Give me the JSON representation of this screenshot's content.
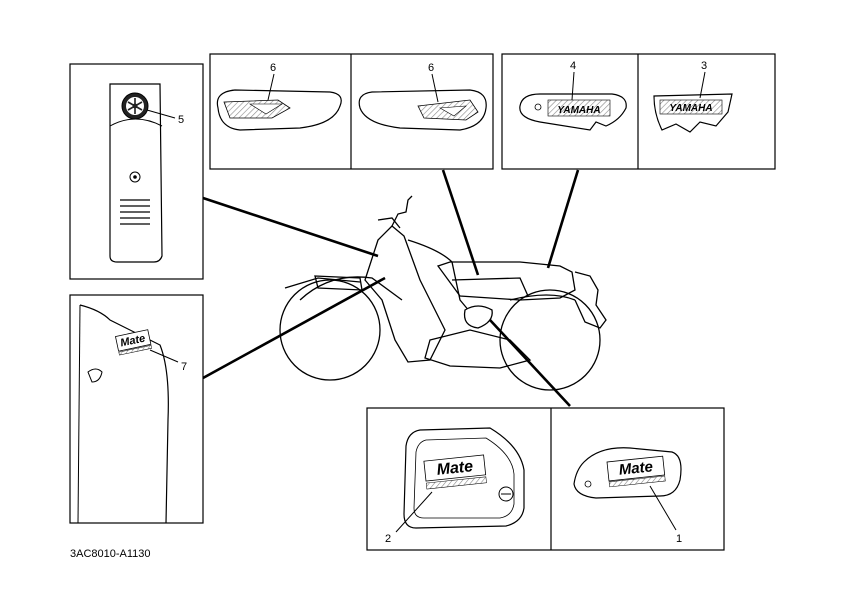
{
  "callouts": {
    "c1": "1",
    "c2": "2",
    "c3": "3",
    "c4": "4",
    "c5": "5",
    "c6a": "6",
    "c6b": "6",
    "c7": "7"
  },
  "logos": {
    "mate": "Mate",
    "yamaha": "YAMAHA"
  },
  "figure_code": "3AC8010-A1130"
}
